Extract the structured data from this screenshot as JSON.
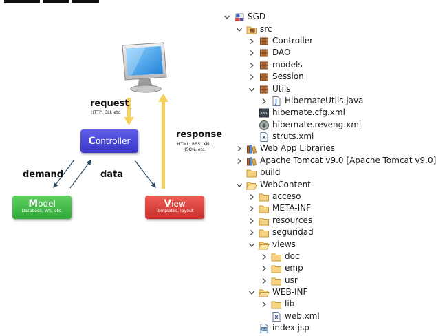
{
  "diagram": {
    "request_label": "request",
    "request_sub": "HTTP, CLI, etc.",
    "response_label": "response",
    "response_sub_line1": "HTML, RSS, XML,",
    "response_sub_line2": "JSON, etc.",
    "demand_label": "demand",
    "data_label": "data",
    "controller": {
      "cap": "C",
      "rest": "ontroller",
      "sub": ""
    },
    "model": {
      "cap": "M",
      "rest": "odel",
      "sub": "Database, WS, etc."
    },
    "view": {
      "cap": "V",
      "rest": "iew",
      "sub": "Templates, layout"
    },
    "colors": {
      "controller": "#4542d6",
      "model": "#3cb44a",
      "view": "#d8403a",
      "flow_arrow": "#f7d25a",
      "line_arrow": "#25465f"
    }
  },
  "tree": {
    "items": [
      {
        "label": "SGD",
        "icon": "project-icon",
        "twisty": "expanded"
      },
      {
        "label": "src",
        "icon": "source-folder-icon",
        "twisty": "expanded"
      },
      {
        "label": "Controller",
        "icon": "package-icon",
        "twisty": "collapsed"
      },
      {
        "label": "DAO",
        "icon": "package-icon",
        "twisty": "collapsed"
      },
      {
        "label": "models",
        "icon": "package-icon",
        "twisty": "collapsed"
      },
      {
        "label": "Session",
        "icon": "package-icon",
        "twisty": "collapsed"
      },
      {
        "label": "Utils",
        "icon": "package-icon",
        "twisty": "expanded"
      },
      {
        "label": "HibernateUtils.java",
        "icon": "java-file-icon",
        "twisty": "collapsed"
      },
      {
        "label": "hibernate.cfg.xml",
        "icon": "hibernate-cfg-icon",
        "twisty": "none"
      },
      {
        "label": "hibernate.reveng.xml",
        "icon": "hibernate-reveng-icon",
        "twisty": "none"
      },
      {
        "label": "struts.xml",
        "icon": "xml-file-icon",
        "twisty": "none"
      },
      {
        "label": "Web App Libraries",
        "icon": "library-icon",
        "twisty": "collapsed"
      },
      {
        "label": "Apache Tomcat v9.0 [Apache Tomcat v9.0]",
        "icon": "library-icon",
        "twisty": "collapsed"
      },
      {
        "label": "build",
        "icon": "folder-icon",
        "twisty": "none"
      },
      {
        "label": "WebContent",
        "icon": "open-folder-icon",
        "twisty": "expanded"
      },
      {
        "label": "acceso",
        "icon": "folder-icon",
        "twisty": "collapsed"
      },
      {
        "label": "META-INF",
        "icon": "folder-icon",
        "twisty": "collapsed"
      },
      {
        "label": "resources",
        "icon": "folder-icon",
        "twisty": "collapsed"
      },
      {
        "label": "seguridad",
        "icon": "folder-icon",
        "twisty": "collapsed"
      },
      {
        "label": "views",
        "icon": "open-folder-icon",
        "twisty": "expanded-selected"
      },
      {
        "label": "doc",
        "icon": "folder-icon",
        "twisty": "collapsed"
      },
      {
        "label": "emp",
        "icon": "folder-icon",
        "twisty": "collapsed"
      },
      {
        "label": "usr",
        "icon": "folder-icon",
        "twisty": "collapsed"
      },
      {
        "label": "WEB-INF",
        "icon": "open-folder-icon",
        "twisty": "expanded"
      },
      {
        "label": "lib",
        "icon": "folder-icon",
        "twisty": "collapsed"
      },
      {
        "label": "web.xml",
        "icon": "xml-file-icon",
        "twisty": "none"
      },
      {
        "label": "index.jsp",
        "icon": "jsp-file-icon",
        "twisty": "none"
      }
    ]
  }
}
